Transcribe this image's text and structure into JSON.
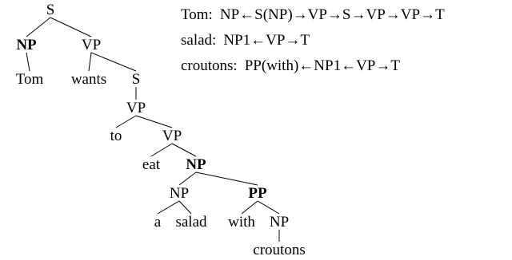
{
  "tree": {
    "nodes": [
      {
        "id": "s1",
        "label": "S",
        "bold": false
      },
      {
        "id": "np1",
        "label": "NP",
        "bold": true
      },
      {
        "id": "vp1",
        "label": "VP",
        "bold": false
      },
      {
        "id": "tom",
        "label": "Tom",
        "bold": false
      },
      {
        "id": "wants",
        "label": "wants",
        "bold": false
      },
      {
        "id": "s2",
        "label": "S",
        "bold": false
      },
      {
        "id": "vp2",
        "label": "VP",
        "bold": false
      },
      {
        "id": "to",
        "label": "to",
        "bold": false
      },
      {
        "id": "vp3",
        "label": "VP",
        "bold": false
      },
      {
        "id": "eat",
        "label": "eat",
        "bold": false
      },
      {
        "id": "np2",
        "label": "NP",
        "bold": true
      },
      {
        "id": "np3",
        "label": "NP",
        "bold": false
      },
      {
        "id": "pp",
        "label": "PP",
        "bold": true
      },
      {
        "id": "a",
        "label": "a",
        "bold": false
      },
      {
        "id": "salad",
        "label": "salad",
        "bold": false
      },
      {
        "id": "with",
        "label": "with",
        "bold": false
      },
      {
        "id": "np4",
        "label": "NP",
        "bold": false
      },
      {
        "id": "croutons",
        "label": "croutons",
        "bold": false
      }
    ],
    "edges": [
      [
        "s1",
        "np1"
      ],
      [
        "s1",
        "vp1"
      ],
      [
        "np1",
        "tom"
      ],
      [
        "vp1",
        "wants"
      ],
      [
        "vp1",
        "s2"
      ],
      [
        "s2",
        "vp2"
      ],
      [
        "vp2",
        "to"
      ],
      [
        "vp2",
        "vp3"
      ],
      [
        "vp3",
        "eat"
      ],
      [
        "vp3",
        "np2"
      ],
      [
        "np2",
        "np3"
      ],
      [
        "np2",
        "pp"
      ],
      [
        "np3",
        "a"
      ],
      [
        "np3",
        "salad"
      ],
      [
        "pp",
        "with"
      ],
      [
        "pp",
        "np4"
      ],
      [
        "np4",
        "croutons"
      ]
    ]
  },
  "paths": [
    {
      "label": "Tom:",
      "path": "NP←S(NP)→VP→S→VP→VP→T"
    },
    {
      "label": "salad:",
      "path": "NP1←VP→T"
    },
    {
      "label": "croutons:",
      "path": "PP(with)←NP1←VP→T"
    }
  ]
}
